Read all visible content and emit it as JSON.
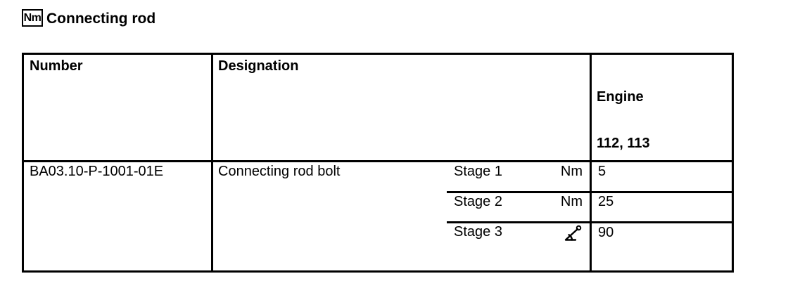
{
  "header": {
    "nm_badge": "Nm",
    "title": "Connecting rod"
  },
  "table": {
    "columns": {
      "number": "Number",
      "designation": "Designation",
      "engine_line1": "Engine",
      "engine_line2": "112, 113"
    },
    "row": {
      "number": "BA03.10-P-1001-01E",
      "designation": "Connecting rod bolt",
      "stages": [
        {
          "label": "Stage 1",
          "unit": "Nm",
          "value": "5"
        },
        {
          "label": "Stage 2",
          "unit": "Nm",
          "value": "25"
        },
        {
          "label": "Stage 3",
          "unit_icon": "angle-degree-icon",
          "value": "90"
        }
      ]
    }
  },
  "colors": {
    "text": "#000000",
    "background": "#ffffff",
    "line": "#000000"
  }
}
